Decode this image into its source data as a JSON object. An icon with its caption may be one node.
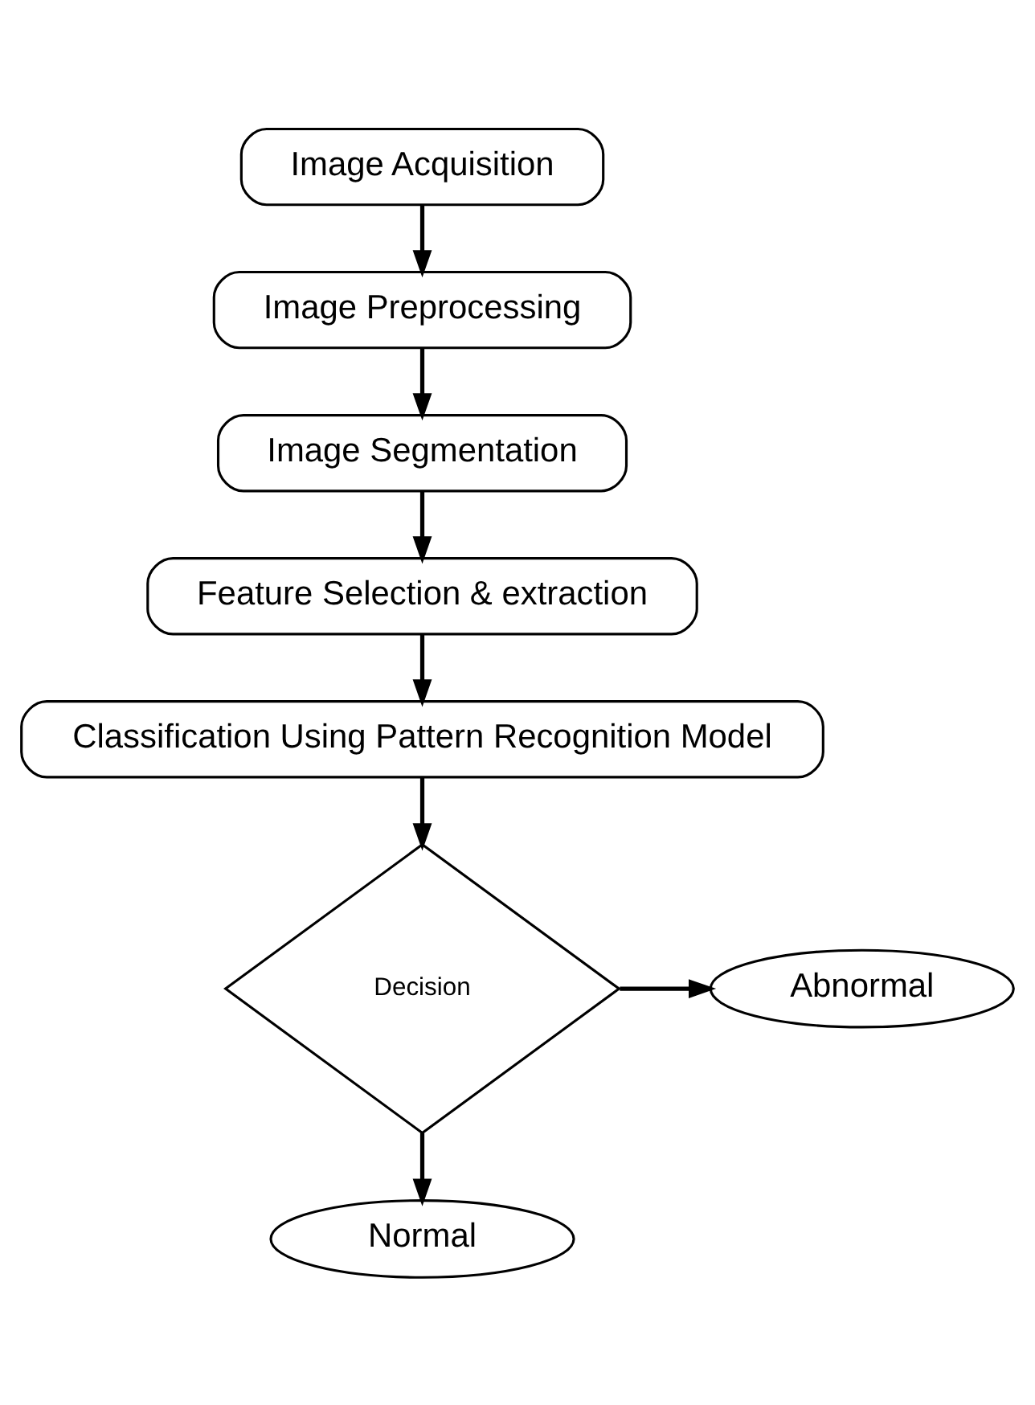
{
  "diagram": {
    "nodes": [
      {
        "text": [
          "Image Acquisition"
        ]
      },
      {
        "text": [
          "Image Preprocessing"
        ]
      },
      {
        "text": [
          "Image Segmentation"
        ]
      },
      {
        "text": [
          "Feature Selection & extraction"
        ]
      },
      {
        "text": [
          "Classification Using Pattern Recognition Model"
        ]
      },
      {
        "text": [
          "Decision"
        ]
      },
      {
        "text": [
          "Normal"
        ]
      },
      {
        "text": [
          "Abnormal"
        ]
      }
    ],
    "edges": [
      {
        "from": 0,
        "to": 1,
        "arrow": "to"
      },
      {
        "from": 1,
        "to": 2,
        "arrow": "to"
      },
      {
        "from": 2,
        "to": 3,
        "arrow": "to"
      },
      {
        "from": 3,
        "to": 4,
        "arrow": "to"
      },
      {
        "from": 4,
        "to": 5,
        "arrow": "to"
      },
      {
        "from": 5,
        "to": 6,
        "arrow": "to"
      },
      {
        "from": 5,
        "to": 7,
        "arrow": "to"
      }
    ]
  }
}
